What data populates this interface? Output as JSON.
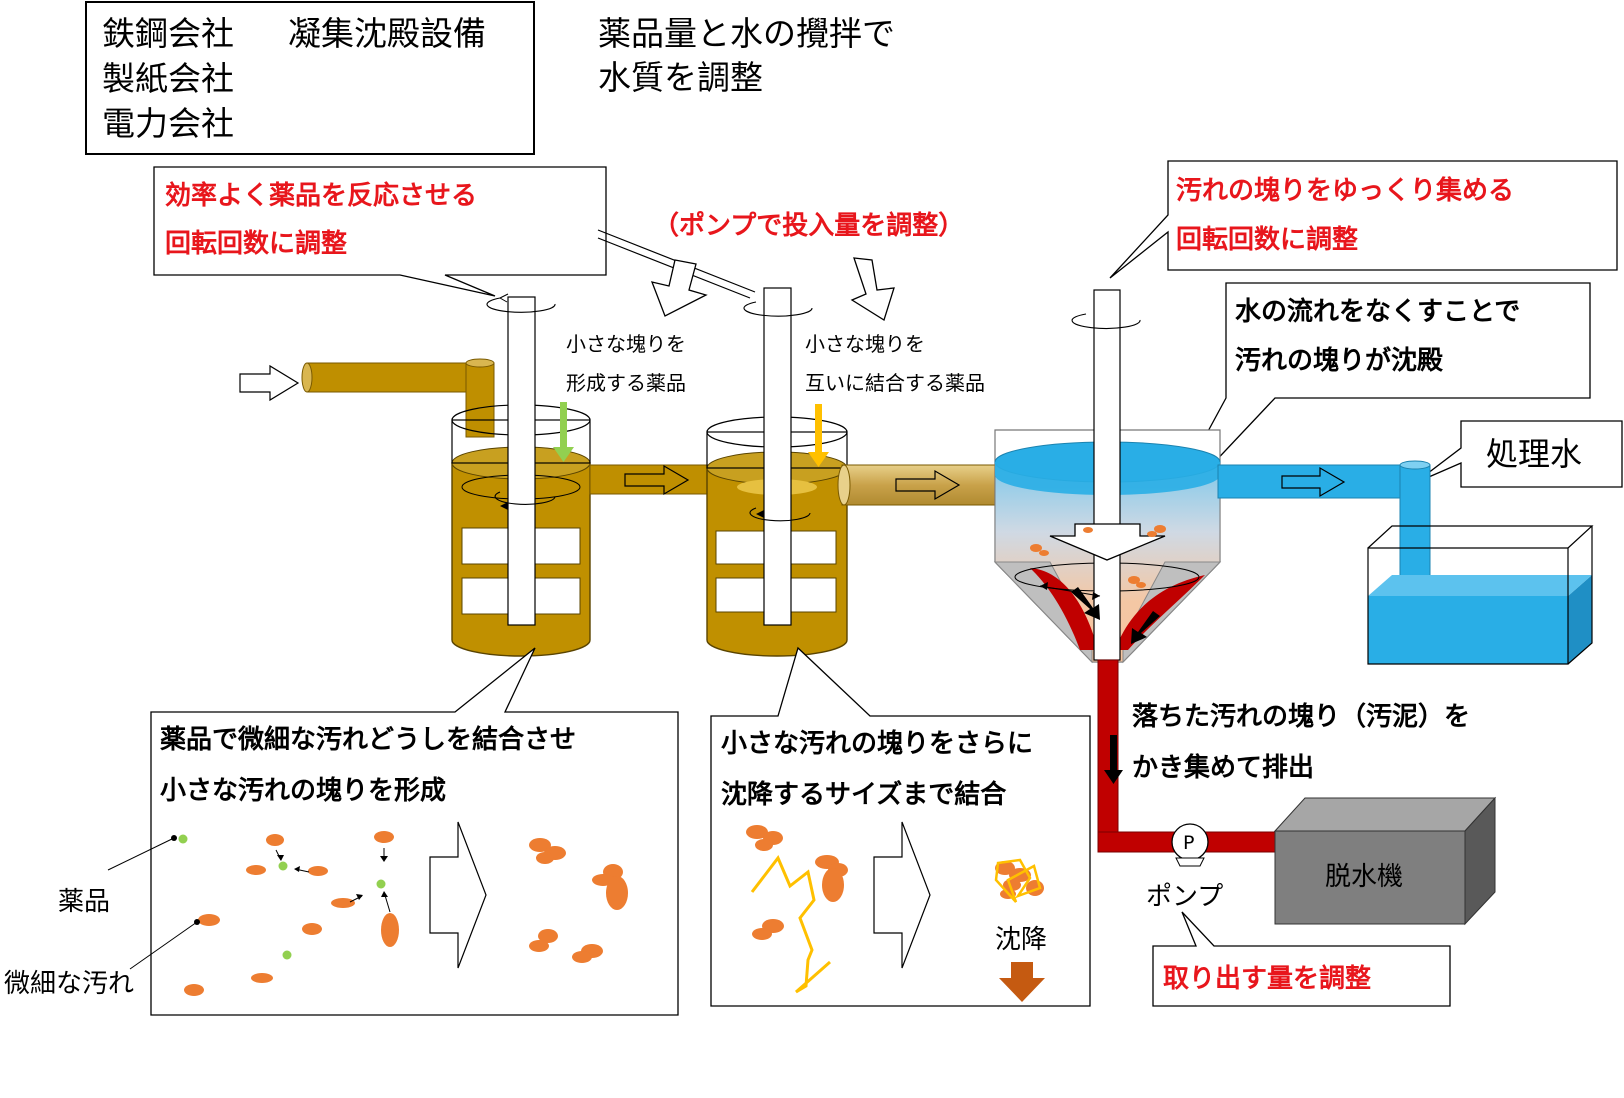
{
  "header": {
    "companies": [
      "鉄鋼会社",
      "製紙会社",
      "電力会社"
    ],
    "facility": "凝集沈殿設備",
    "subtitle_line1": "薬品量と水の攪拌で",
    "subtitle_line2": "水質を調整"
  },
  "callouts": {
    "mixer_speed_line1": "効率よく薬品を反応させる",
    "mixer_speed_line2": "回転回数に調整",
    "pump_dose": "（ポンプで投入量を調整）",
    "settler_speed_line1": "汚れの塊りをゆっくり集める",
    "settler_speed_line2": "回転回数に調整",
    "settle_line1": "水の流れをなくすことで",
    "settle_line2": "汚れの塊りが沈殿",
    "treated_water": "処理水",
    "tank1_desc_line1": "薬品で微細な汚れどうしを結合させ",
    "tank1_desc_line2": "小さな汚れの塊りを形成",
    "tank2_desc_line1": "小さな汚れの塊りをさらに",
    "tank2_desc_line2": "沈降するサイズまで結合",
    "pump_amount": "取り出す量を調整"
  },
  "labels": {
    "chem1_line1": "小さな塊りを",
    "chem1_line2": "形成する薬品",
    "chem2_line1": "小さな塊りを",
    "chem2_line2": "互いに結合する薬品",
    "sludge_line1": "落ちた汚れの塊り（汚泥）を",
    "sludge_line2": "かき集めて排出",
    "pump": "ポンプ",
    "pump_symbol": "P",
    "dewatering": "脱水機",
    "legend_chemical": "薬品",
    "legend_dirt": "微細な汚れ",
    "sedimentation": "沈降"
  },
  "colors": {
    "brown_water": "#c09000",
    "pipe_brown": "#bf8f00",
    "pipe_tan": "#d8b860",
    "blue_water": "#29aee6",
    "sludge_red": "#c00000",
    "particle_orange": "#ed7d31",
    "chemical_green": "#92d050",
    "chemical_yellow": "#ffc000",
    "callout_red": "#e8161c",
    "settle_arrow": "#c55a11",
    "machine_gray": "#7f7f7f"
  }
}
